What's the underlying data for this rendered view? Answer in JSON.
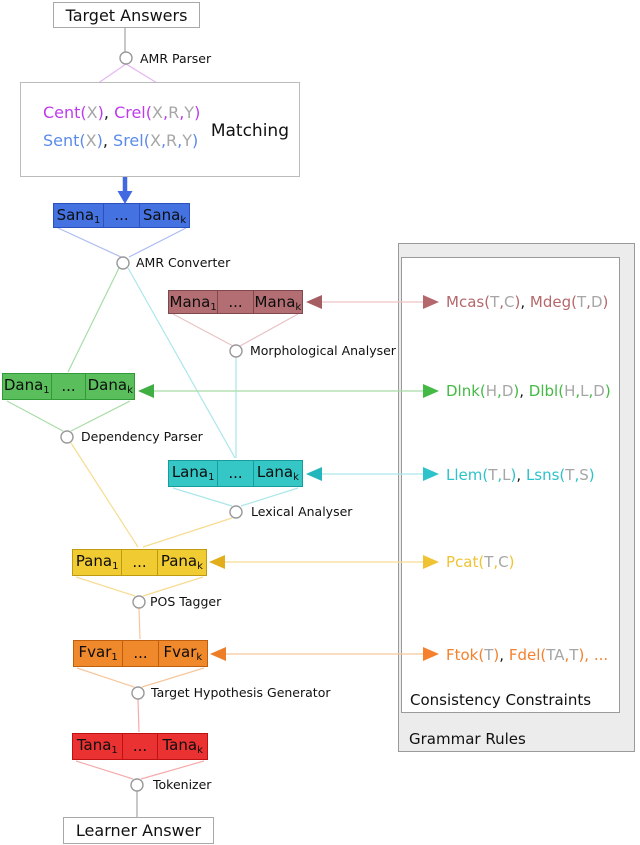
{
  "boxes": {
    "target_answers": "Target Answers",
    "learner_answer": "Learner Answer"
  },
  "tools": [
    {
      "label": "AMR Parser"
    },
    {
      "label": "AMR Converter"
    },
    {
      "label": "Morphological Analyser"
    },
    {
      "label": "Dependency Parser"
    },
    {
      "label": "Lexical Analyser"
    },
    {
      "label": "POS Tagger"
    },
    {
      "label": "Target Hypothesis Generator"
    },
    {
      "label": "Tokenizer"
    }
  ],
  "matching": {
    "title": "Matching",
    "c_line": [
      {
        "t": "Cent("
      },
      {
        "t": "X"
      },
      {
        "t": ")"
      },
      {
        "t": ", "
      },
      {
        "t": "Crel("
      },
      {
        "t": "X"
      },
      {
        "t": ","
      },
      {
        "t": "R"
      },
      {
        "t": ","
      },
      {
        "t": "Y"
      },
      {
        "t": ")"
      }
    ],
    "s_line": [
      {
        "t": "Sent("
      },
      {
        "t": "X"
      },
      {
        "t": ")"
      },
      {
        "t": ", "
      },
      {
        "t": "Srel("
      },
      {
        "t": "X"
      },
      {
        "t": ","
      },
      {
        "t": "R"
      },
      {
        "t": ","
      },
      {
        "t": "Y"
      },
      {
        "t": ")"
      }
    ]
  },
  "rows": {
    "sana": {
      "cells": [
        {
          "base": "Sana",
          "sub": "1"
        },
        {
          "base": "...",
          "sub": ""
        },
        {
          "base": "Sana",
          "sub": "k"
        }
      ]
    },
    "mana": {
      "cells": [
        {
          "base": "Mana",
          "sub": "1"
        },
        {
          "base": "...",
          "sub": ""
        },
        {
          "base": "Mana",
          "sub": "k"
        }
      ]
    },
    "dana": {
      "cells": [
        {
          "base": "Dana",
          "sub": "1"
        },
        {
          "base": "...",
          "sub": ""
        },
        {
          "base": "Dana",
          "sub": "k"
        }
      ]
    },
    "lana": {
      "cells": [
        {
          "base": "Lana",
          "sub": "1"
        },
        {
          "base": "...",
          "sub": ""
        },
        {
          "base": "Lana",
          "sub": "k"
        }
      ]
    },
    "pana": {
      "cells": [
        {
          "base": "Pana",
          "sub": "1"
        },
        {
          "base": "...",
          "sub": ""
        },
        {
          "base": "Pana",
          "sub": "k"
        }
      ]
    },
    "fvar": {
      "cells": [
        {
          "base": "Fvar",
          "sub": "1"
        },
        {
          "base": "...",
          "sub": ""
        },
        {
          "base": "Fvar",
          "sub": "k"
        }
      ]
    },
    "tana": {
      "cells": [
        {
          "base": "Tana",
          "sub": "1"
        },
        {
          "base": "...",
          "sub": ""
        },
        {
          "base": "Tana",
          "sub": "k"
        }
      ]
    }
  },
  "panel": {
    "grammar_label": "Grammar Rules",
    "consistency_label": "Consistency Constraints",
    "rules": {
      "mana": [
        {
          "t": "Mcas("
        },
        {
          "t": "T"
        },
        {
          "t": ","
        },
        {
          "t": "C"
        },
        {
          "t": ")"
        },
        {
          "t": ", "
        },
        {
          "t": "Mdeg("
        },
        {
          "t": "T"
        },
        {
          "t": ","
        },
        {
          "t": "D"
        },
        {
          "t": ")"
        }
      ],
      "dana": [
        {
          "t": "Dlnk("
        },
        {
          "t": "H"
        },
        {
          "t": ","
        },
        {
          "t": "D"
        },
        {
          "t": ")"
        },
        {
          "t": ", "
        },
        {
          "t": "Dlbl("
        },
        {
          "t": "H"
        },
        {
          "t": ","
        },
        {
          "t": "L"
        },
        {
          "t": ","
        },
        {
          "t": "D"
        },
        {
          "t": ")"
        }
      ],
      "lana": [
        {
          "t": "Llem("
        },
        {
          "t": "T"
        },
        {
          "t": ","
        },
        {
          "t": "L"
        },
        {
          "t": ")"
        },
        {
          "t": ", "
        },
        {
          "t": "Lsns("
        },
        {
          "t": "T"
        },
        {
          "t": ","
        },
        {
          "t": "S"
        },
        {
          "t": ")"
        }
      ],
      "pana": [
        {
          "t": "Pcat("
        },
        {
          "t": "T"
        },
        {
          "t": ","
        },
        {
          "t": "C"
        },
        {
          "t": ")"
        }
      ],
      "fvar": [
        {
          "t": "Ftok("
        },
        {
          "t": "T"
        },
        {
          "t": ")"
        },
        {
          "t": ", "
        },
        {
          "t": "Fdel("
        },
        {
          "t": "TA"
        },
        {
          "t": ","
        },
        {
          "t": "T"
        },
        {
          "t": ")"
        },
        {
          "t": ", ..."
        }
      ]
    }
  },
  "colors": {
    "sana": "#4472e1",
    "mana": "#b26e72",
    "dana": "#5abe5c",
    "lana": "#35c6c6",
    "pana": "#f1cb32",
    "fvar": "#f0882c",
    "tana": "#ea3232",
    "match_c_fn": "#be3bec",
    "match_s_fn": "#5b8bea",
    "rule_mana_fn": "#b5686b",
    "rule_dana_fn": "#44b944",
    "rule_lana_fn": "#2ec2ca",
    "rule_pana_fn": "#efc333",
    "rule_fvar_fn": "#f5812e",
    "variable_gray": "#a6a6a6",
    "connector_gray": "#aaaaaa"
  }
}
